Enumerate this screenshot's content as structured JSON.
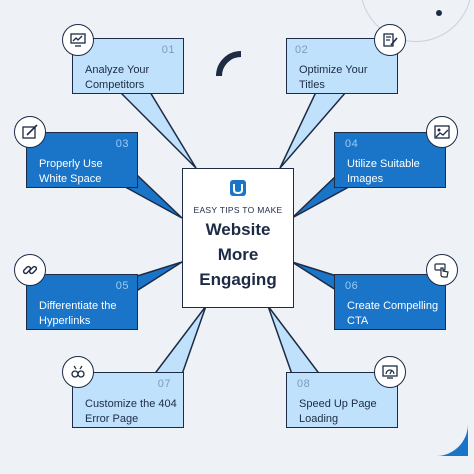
{
  "center": {
    "kicker": "EASY TIPS TO MAKE",
    "title_line1": "Website",
    "title_line2": "More",
    "title_line3": "Engaging"
  },
  "tips": [
    {
      "number": "01",
      "label": "Analyze Your Competitors",
      "icon": "line-chart-monitor-icon"
    },
    {
      "number": "02",
      "label": "Optimize Your Titles",
      "icon": "edit-document-icon"
    },
    {
      "number": "03",
      "label": "Properly Use White Space",
      "icon": "pen-tablet-icon"
    },
    {
      "number": "04",
      "label": "Utilize Suitable Images",
      "icon": "image-icon"
    },
    {
      "number": "05",
      "label": "Differentiate the Hyperlinks",
      "icon": "link-icon"
    },
    {
      "number": "06",
      "label": "Create Compelling CTA",
      "icon": "click-hand-icon"
    },
    {
      "number": "07",
      "label": "Customize the 404 Error Page",
      "icon": "broken-link-icon"
    },
    {
      "number": "08",
      "label": "Speed Up Page Loading",
      "icon": "speed-monitor-icon"
    }
  ],
  "colors": {
    "background": "#eef1f6",
    "light_box": "#bfe1fb",
    "dark_box": "#1a75c9",
    "outline": "#1d2b45"
  }
}
